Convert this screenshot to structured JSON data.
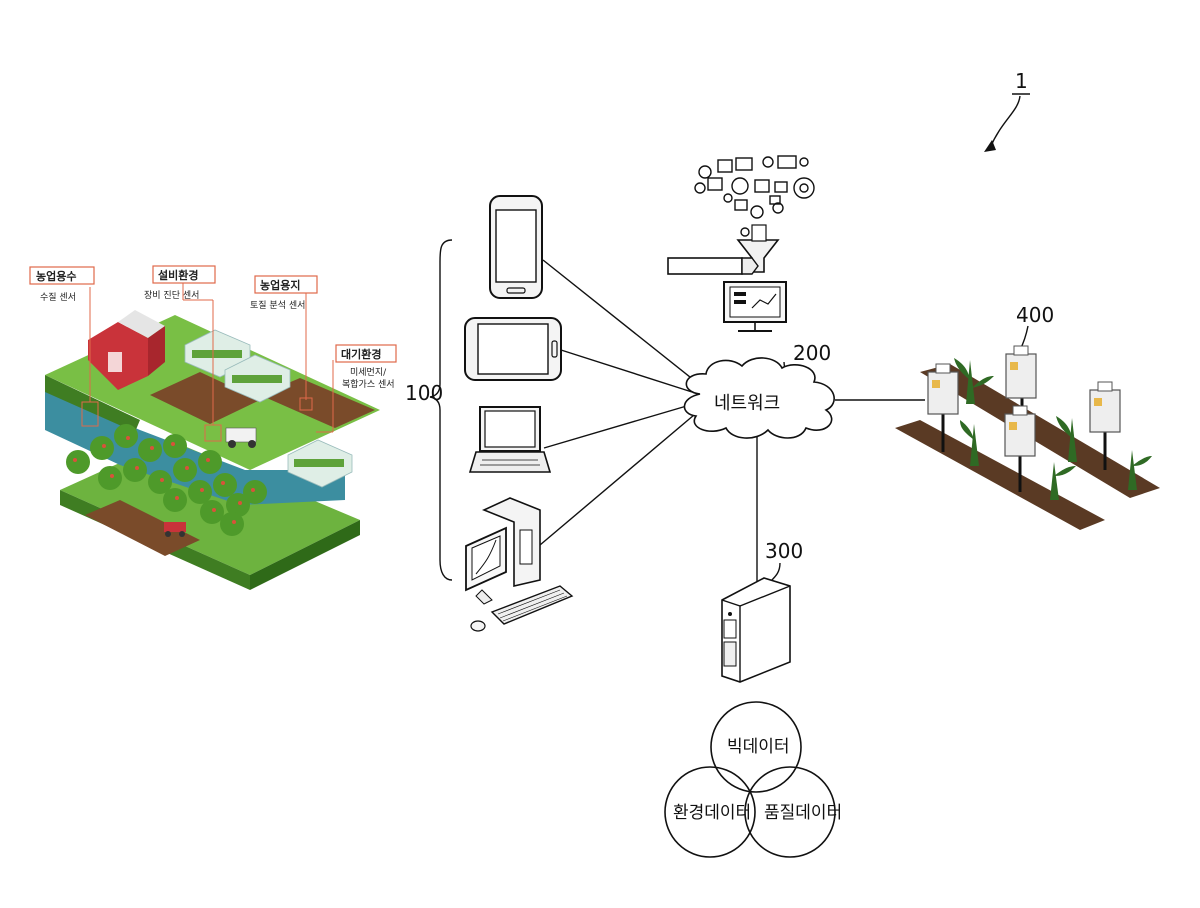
{
  "figure": {
    "system_ref": "1",
    "devices_ref": "100",
    "network_ref": "200",
    "server_ref": "300",
    "sensors_ref": "400"
  },
  "network": {
    "label": "네트워크"
  },
  "farm": {
    "tags": [
      {
        "title": "농업용수",
        "sub": "수질 센서"
      },
      {
        "title": "설비환경",
        "sub": "장비 진단 센서"
      },
      {
        "title": "농업용지",
        "sub": "토질 분석 센서"
      },
      {
        "title": "대기환경",
        "sub": "미세먼지/",
        "sub2": "복합가스 센서"
      }
    ]
  },
  "venn": {
    "top": "빅데이터",
    "left": "환경데이터",
    "right": "품질데이터"
  },
  "icons": {
    "devices": [
      "smartphone-icon",
      "tablet-icon",
      "laptop-icon",
      "desktop-computer-icon"
    ],
    "analytics": "data-funnel-analytics-icon",
    "server": "server-tower-icon",
    "sensors": "field-sensor-icon"
  }
}
